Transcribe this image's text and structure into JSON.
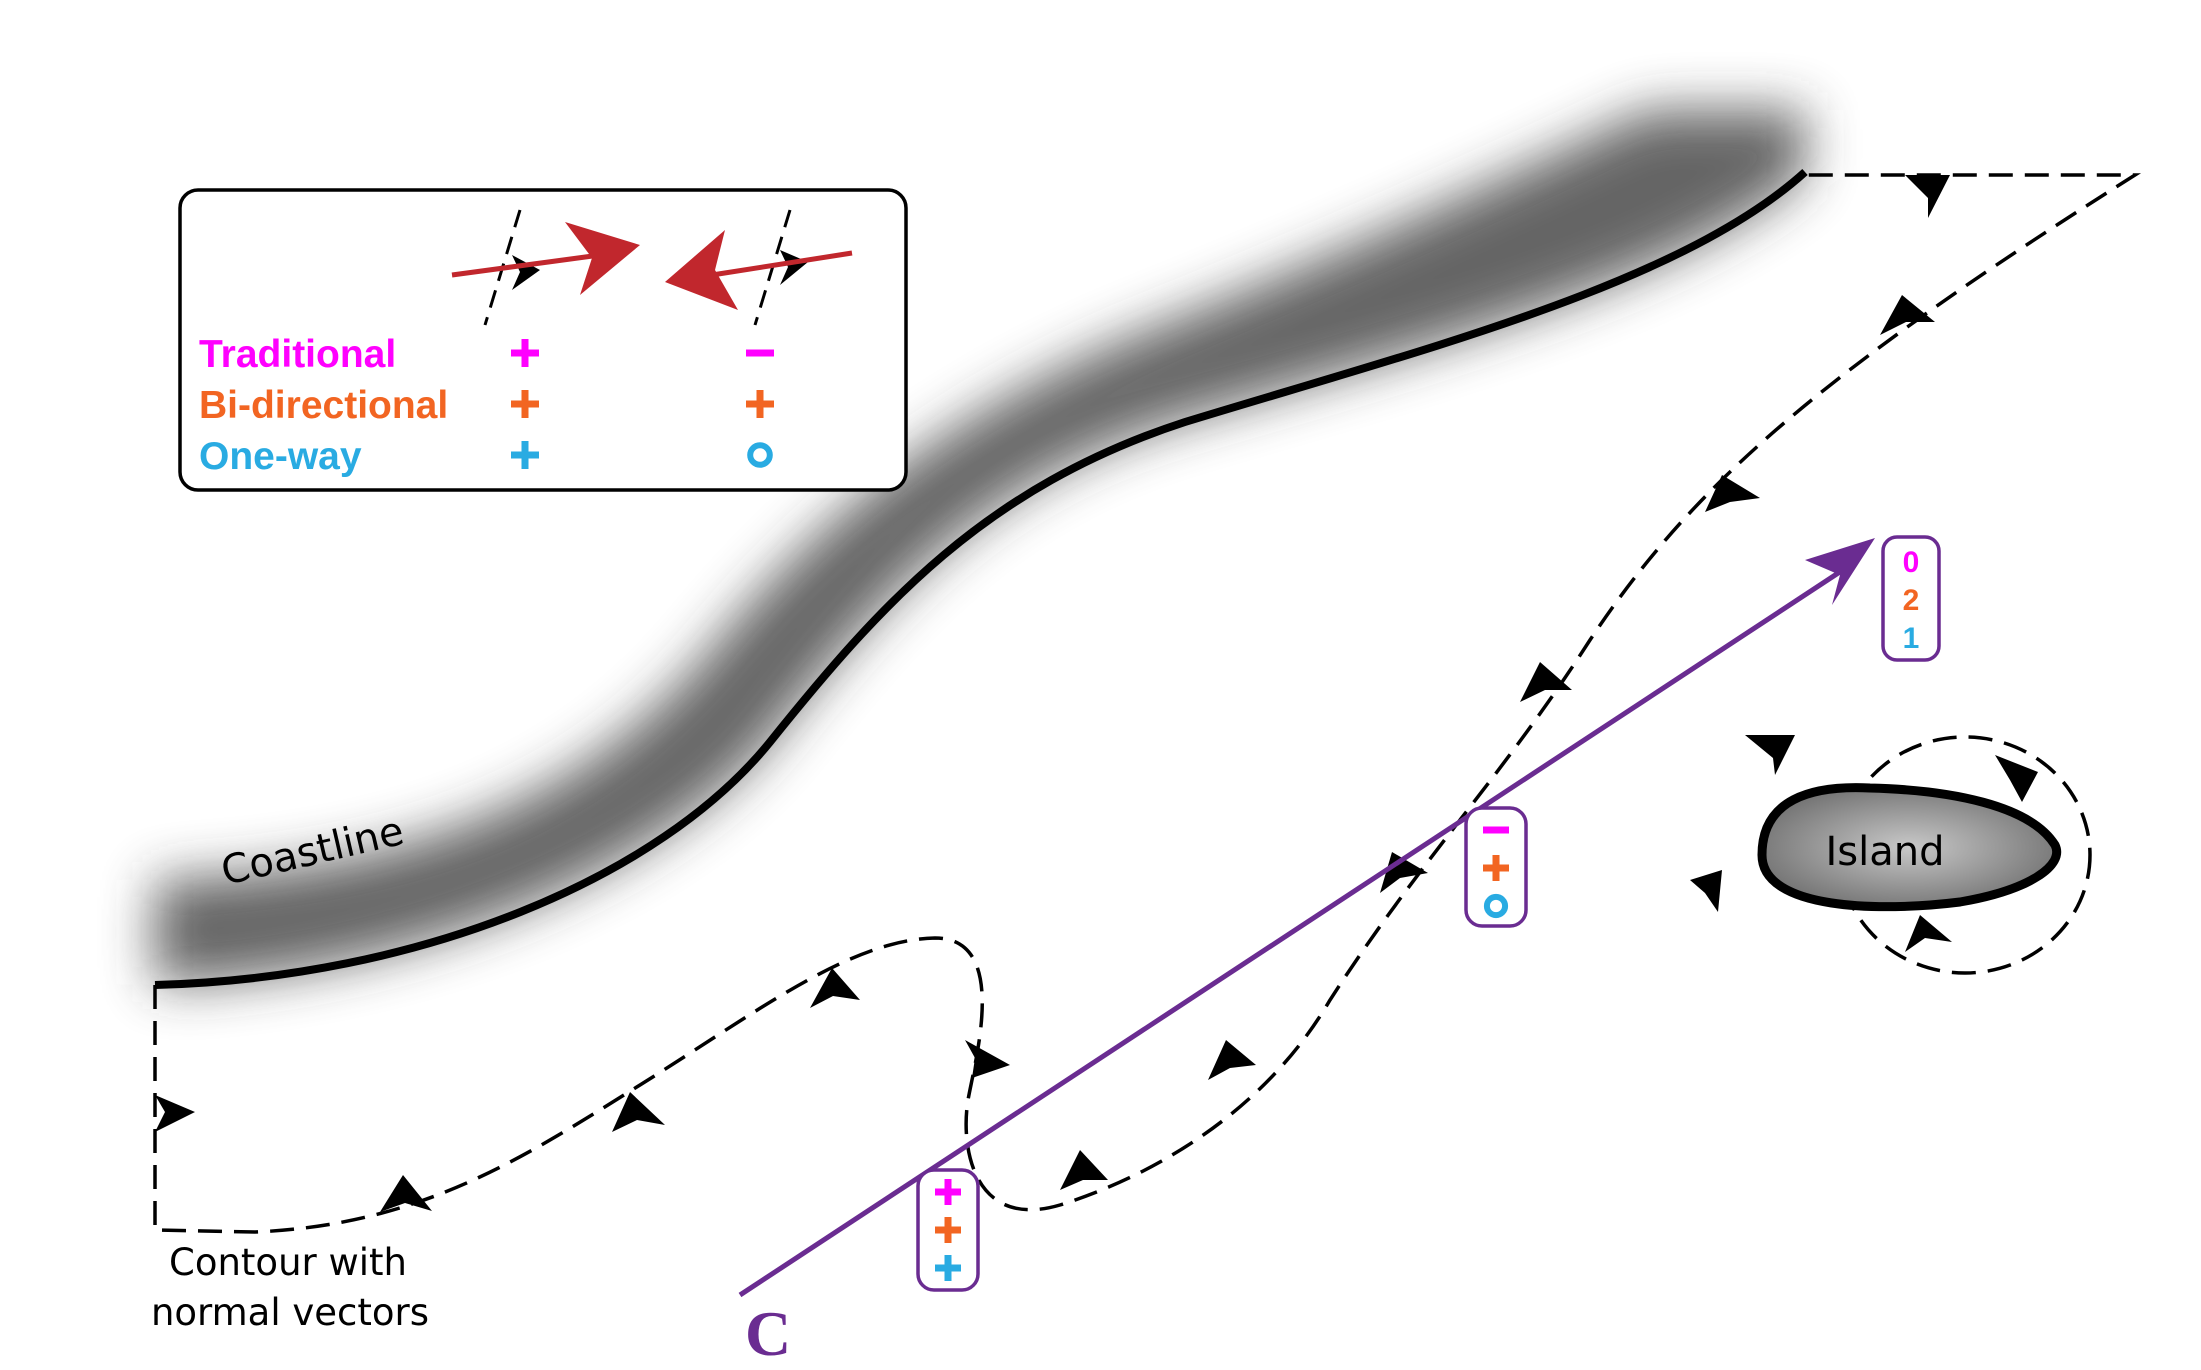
{
  "colors": {
    "traditional": "#ff00ff",
    "bidirectional": "#f26522",
    "oneway": "#29abe2",
    "path": "#6a2c91",
    "flow_arrow": "#c1272d",
    "contour": "#000000"
  },
  "legend": {
    "rows": [
      {
        "label": "Traditional",
        "color_key": "traditional",
        "first": "plus",
        "second": "minus"
      },
      {
        "label": "Bi-directional",
        "color_key": "bidirectional",
        "first": "plus",
        "second": "plus"
      },
      {
        "label": "One-way",
        "color_key": "oneway",
        "first": "plus",
        "second": "zero"
      }
    ]
  },
  "labels": {
    "coastline": "Coastline",
    "island": "Island",
    "contour_line1": "Contour with",
    "contour_line2": "normal vectors",
    "path": "C"
  },
  "crossings": [
    {
      "traditional": "plus",
      "bidirectional": "plus",
      "oneway": "plus"
    },
    {
      "traditional": "minus",
      "bidirectional": "plus",
      "oneway": "zero"
    }
  ],
  "totals": {
    "traditional": "0",
    "bidirectional": "2",
    "oneway": "1"
  }
}
